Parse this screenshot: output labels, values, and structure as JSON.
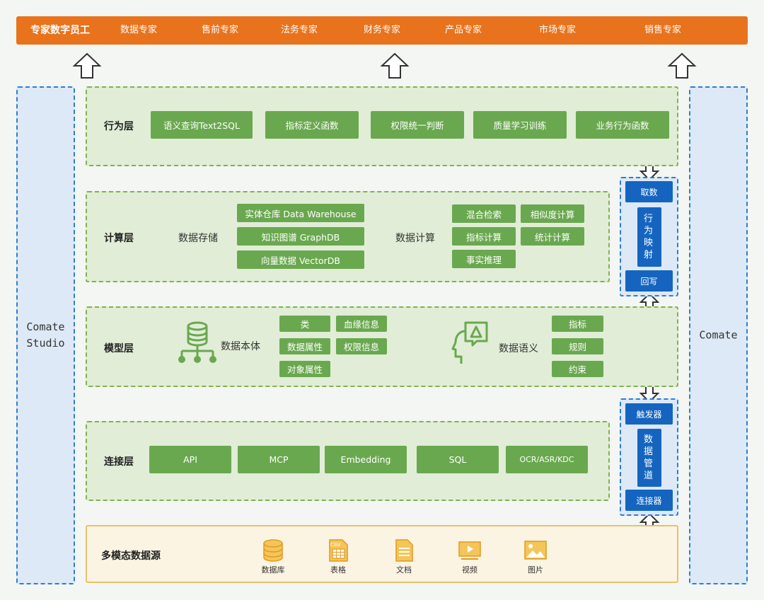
{
  "top_bar": {
    "title": "专家数字员工",
    "items": [
      "数据专家",
      "售前专家",
      "法务专家",
      "财务专家",
      "产品专家",
      "市场专家",
      "销售专家"
    ]
  },
  "left_panel": {
    "label": "Comate\nStudio"
  },
  "right_panel": {
    "label": "Comate"
  },
  "behavior_layer": {
    "title": "行为层",
    "buttons": [
      "语义查询Text2SQL",
      "指标定义函数",
      "权限统一判断",
      "质量学习训练",
      "业务行为函数"
    ]
  },
  "compute_layer": {
    "title": "计算层",
    "storage_label": "数据存储",
    "storage_items": [
      "实体仓库 Data Warehouse",
      "知识图谱 GraphDB",
      "向量数据 VectorDB"
    ],
    "compute_label": "数据计算",
    "compute_items": [
      "混合检索",
      "相似度计算",
      "指标计算",
      "统计计算",
      "事实推理"
    ]
  },
  "model_layer": {
    "title": "模型层",
    "ontology_label": "数据本体",
    "ontology_items": [
      "类",
      "血缘信息",
      "数据属性",
      "权限信息",
      "对象属性"
    ],
    "semantic_label": "数据语义",
    "semantic_items": [
      "指标",
      "规则",
      "约束"
    ]
  },
  "connect_layer": {
    "title": "连接层",
    "buttons": [
      "API",
      "MCP",
      "Embedding",
      "SQL",
      "OCR/ASR/KDC"
    ]
  },
  "source_layer": {
    "title": "多模态数据源",
    "items": [
      {
        "label": "数据库",
        "icon": "database-icon"
      },
      {
        "label": "表格",
        "icon": "csv-icon",
        "badge": "CSV"
      },
      {
        "label": "文档",
        "icon": "document-icon"
      },
      {
        "label": "视频",
        "icon": "video-icon"
      },
      {
        "label": "图片",
        "icon": "image-icon"
      }
    ]
  },
  "mapping_pipe": {
    "top": "取数",
    "middle": "行为映射",
    "bottom": "回写"
  },
  "data_pipe": {
    "top": "触发器",
    "middle": "数据管道",
    "bottom": "连接器"
  },
  "colors": {
    "orange": "#e8731c",
    "green": "#6aa84f",
    "blue": "#1565c0",
    "light_blue": "#dde9f6",
    "light_green": "#e1edd7"
  }
}
